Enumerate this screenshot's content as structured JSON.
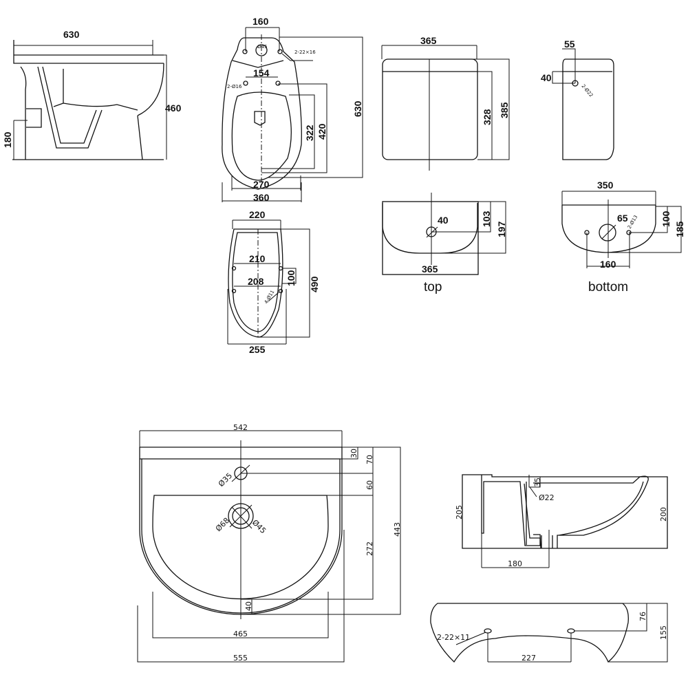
{
  "toilet_side": {
    "width": "630",
    "height": "460",
    "outlet_height": "180"
  },
  "toilet_top": {
    "hole_spacing": "160",
    "hole_note": "2-22×16",
    "center_hole": "Ø45",
    "seat_holes": "154",
    "seat_hole_note": "2-Ø16",
    "length": "630",
    "to_seat_holes": "420",
    "bowl_length": "322",
    "bowl_width": "270",
    "width": "360"
  },
  "seat": {
    "top_width": "220",
    "hole_row1": "210",
    "hole_row2": "208",
    "row_spacing": "100",
    "length": "490",
    "hole_note": "4-Ø11",
    "width": "255"
  },
  "tank_front": {
    "width": "365",
    "height_inner": "328",
    "height": "385"
  },
  "tank_top": {
    "hole": "40",
    "hole_offset": "103",
    "depth": "197",
    "width": "365",
    "caption": "top"
  },
  "tank_side": {
    "offset_x": "55",
    "offset_y": "40",
    "hole_note": "2-Ø22"
  },
  "tank_bottom": {
    "width": "350",
    "drain": "65",
    "drain_offset": "100",
    "depth": "185",
    "hole_spacing": "160",
    "hole_note": "2-Ø13",
    "caption": "bottom"
  },
  "basin_top": {
    "top_width": "542",
    "rim": "30",
    "tap_offset": "70",
    "tap_hole": "Ø35",
    "bowl_offset": "60",
    "drain_outer": "Ø68",
    "drain_inner": "Ø45",
    "bowl_depth": "272",
    "bottom_rim": "40",
    "depth": "443",
    "bowl_width": "465",
    "width": "555"
  },
  "basin_side": {
    "height_left": "205",
    "overflow": "35",
    "overflow_hole": "Ø22",
    "height_right": "200",
    "drain_offset": "180"
  },
  "basin_back": {
    "hole_note": "2-22×11",
    "hole_height": "76",
    "height": "155",
    "hole_spacing": "227"
  }
}
